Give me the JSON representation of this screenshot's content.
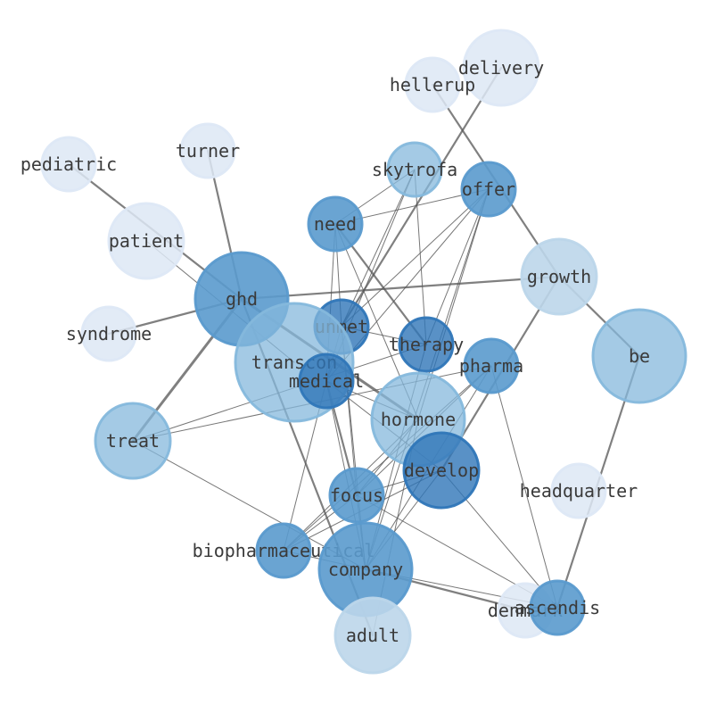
{
  "diagram": {
    "type": "word-cooccurrence-network",
    "colors": {
      "edge": "#555555",
      "label": "#3a3a3a",
      "node_pale": "#dde8f5",
      "node_light": "#bcd6ea",
      "node_mid": "#85b8dc",
      "node_blue": "#5a9acd",
      "node_deep": "#2f76b8"
    },
    "nodes": [
      {
        "id": "delivery",
        "label": "delivery",
        "tone": "pale",
        "weight": 2
      },
      {
        "id": "hellerup",
        "label": "hellerup",
        "tone": "pale",
        "weight": 1
      },
      {
        "id": "pediatric",
        "label": "pediatric",
        "tone": "pale",
        "weight": 1
      },
      {
        "id": "turner",
        "label": "turner",
        "tone": "pale",
        "weight": 1
      },
      {
        "id": "skytrofa",
        "label": "skytrofa",
        "tone": "mid",
        "weight": 1
      },
      {
        "id": "offer",
        "label": "offer",
        "tone": "blue",
        "weight": 1
      },
      {
        "id": "need",
        "label": "need",
        "tone": "blue",
        "weight": 1
      },
      {
        "id": "patient",
        "label": "patient",
        "tone": "pale",
        "weight": 2
      },
      {
        "id": "growth",
        "label": "growth",
        "tone": "light",
        "weight": 2
      },
      {
        "id": "ghd",
        "label": "ghd",
        "tone": "blue",
        "weight": 3
      },
      {
        "id": "syndrome",
        "label": "syndrome",
        "tone": "pale",
        "weight": 1
      },
      {
        "id": "unmet",
        "label": "unmet",
        "tone": "deep",
        "weight": 1
      },
      {
        "id": "therapy",
        "label": "therapy",
        "tone": "deep",
        "weight": 1
      },
      {
        "id": "transcon",
        "label": "transcon",
        "tone": "mid",
        "weight": 4
      },
      {
        "id": "pharma",
        "label": "pharma",
        "tone": "blue",
        "weight": 1
      },
      {
        "id": "be",
        "label": "be",
        "tone": "mid",
        "weight": 3
      },
      {
        "id": "medical",
        "label": "medical",
        "tone": "deep",
        "weight": 1
      },
      {
        "id": "hormone",
        "label": "hormone",
        "tone": "mid",
        "weight": 3
      },
      {
        "id": "treat",
        "label": "treat",
        "tone": "mid",
        "weight": 2
      },
      {
        "id": "develop",
        "label": "develop",
        "tone": "deep",
        "weight": 2
      },
      {
        "id": "headquarter",
        "label": "headquarter",
        "tone": "pale",
        "weight": 1
      },
      {
        "id": "focus",
        "label": "focus",
        "tone": "blue",
        "weight": 1
      },
      {
        "id": "biopharmaceutical",
        "label": "biopharmaceutical",
        "tone": "blue",
        "weight": 1
      },
      {
        "id": "company",
        "label": "company",
        "tone": "blue",
        "weight": 3
      },
      {
        "id": "denmark",
        "label": "denmark",
        "tone": "pale",
        "weight": 1
      },
      {
        "id": "ascendis",
        "label": "ascendis",
        "tone": "blue",
        "weight": 1
      },
      {
        "id": "adult",
        "label": "adult",
        "tone": "light",
        "weight": 2
      }
    ],
    "edges": [
      {
        "source": "hellerup",
        "target": "growth",
        "weight": 2
      },
      {
        "source": "growth",
        "target": "be",
        "weight": 2
      },
      {
        "source": "be",
        "target": "ascendis",
        "weight": 2
      },
      {
        "source": "denmark",
        "target": "company",
        "weight": 2
      },
      {
        "source": "delivery",
        "target": "unmet",
        "weight": 2
      },
      {
        "source": "pediatric",
        "target": "ghd",
        "weight": 2
      },
      {
        "source": "turner",
        "target": "ghd",
        "weight": 2
      },
      {
        "source": "syndrome",
        "target": "ghd",
        "weight": 2
      },
      {
        "source": "ghd",
        "target": "treat",
        "weight": 3
      },
      {
        "source": "ghd",
        "target": "growth",
        "weight": 2
      },
      {
        "source": "ghd",
        "target": "hormone",
        "weight": 3
      },
      {
        "source": "ghd",
        "target": "adult",
        "weight": 2
      },
      {
        "source": "growth",
        "target": "develop",
        "weight": 2
      },
      {
        "source": "patient",
        "target": "transcon",
        "weight": 1
      },
      {
        "source": "skytrofa",
        "target": "need",
        "weight": 1
      },
      {
        "source": "skytrofa",
        "target": "unmet",
        "weight": 1
      },
      {
        "source": "skytrofa",
        "target": "medical",
        "weight": 1
      },
      {
        "source": "skytrofa",
        "target": "therapy",
        "weight": 1
      },
      {
        "source": "offer",
        "target": "need",
        "weight": 1
      },
      {
        "source": "offer",
        "target": "unmet",
        "weight": 1
      },
      {
        "source": "offer",
        "target": "medical",
        "weight": 1
      },
      {
        "source": "offer",
        "target": "therapy",
        "weight": 1
      },
      {
        "source": "offer",
        "target": "hormone",
        "weight": 1
      },
      {
        "source": "offer",
        "target": "company",
        "weight": 1
      },
      {
        "source": "need",
        "target": "unmet",
        "weight": 1
      },
      {
        "source": "need",
        "target": "medical",
        "weight": 1
      },
      {
        "source": "need",
        "target": "therapy",
        "weight": 2
      },
      {
        "source": "need",
        "target": "hormone",
        "weight": 1
      },
      {
        "source": "unmet",
        "target": "medical",
        "weight": 1
      },
      {
        "source": "unmet",
        "target": "therapy",
        "weight": 1
      },
      {
        "source": "unmet",
        "target": "focus",
        "weight": 1
      },
      {
        "source": "unmet",
        "target": "company",
        "weight": 1
      },
      {
        "source": "medical",
        "target": "focus",
        "weight": 2
      },
      {
        "source": "medical",
        "target": "develop",
        "weight": 1
      },
      {
        "source": "medical",
        "target": "hormone",
        "weight": 1
      },
      {
        "source": "medical",
        "target": "company",
        "weight": 1
      },
      {
        "source": "therapy",
        "target": "treat",
        "weight": 1
      },
      {
        "source": "therapy",
        "target": "company",
        "weight": 1
      },
      {
        "source": "pharma",
        "target": "treat",
        "weight": 1
      },
      {
        "source": "pharma",
        "target": "focus",
        "weight": 1
      },
      {
        "source": "pharma",
        "target": "biopharmaceutical",
        "weight": 1
      },
      {
        "source": "pharma",
        "target": "ascendis",
        "weight": 1
      },
      {
        "source": "pharma",
        "target": "company",
        "weight": 1
      },
      {
        "source": "hormone",
        "target": "biopharmaceutical",
        "weight": 1
      },
      {
        "source": "hormone",
        "target": "focus",
        "weight": 1
      },
      {
        "source": "hormone",
        "target": "adult",
        "weight": 1
      },
      {
        "source": "develop",
        "target": "biopharmaceutical",
        "weight": 1
      },
      {
        "source": "develop",
        "target": "focus",
        "weight": 1
      },
      {
        "source": "develop",
        "target": "ascendis",
        "weight": 1
      },
      {
        "source": "develop",
        "target": "company",
        "weight": 1
      },
      {
        "source": "focus",
        "target": "biopharmaceutical",
        "weight": 1
      },
      {
        "source": "focus",
        "target": "company",
        "weight": 1
      },
      {
        "source": "focus",
        "target": "ascendis",
        "weight": 1
      },
      {
        "source": "biopharmaceutical",
        "target": "company",
        "weight": 1
      },
      {
        "source": "biopharmaceutical",
        "target": "medical",
        "weight": 1
      },
      {
        "source": "company",
        "target": "ascendis",
        "weight": 1
      },
      {
        "source": "company",
        "target": "treat",
        "weight": 1
      }
    ]
  }
}
